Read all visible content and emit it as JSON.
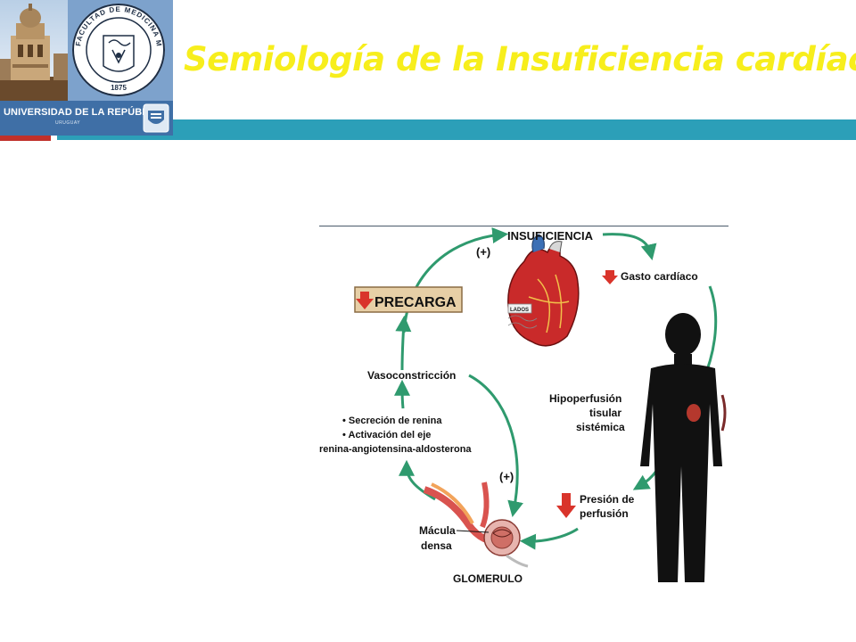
{
  "slide": {
    "title": "Semiología de la Insuficiencia cardíaca"
  },
  "logos": {
    "university_name": "UNIVERSIDAD DE LA REPÚBLICA",
    "university_country": "URUGUAY",
    "seal_text": "FACULTAD DE MEDICINA MONTEVIDEO",
    "seal_year": "1875",
    "tower_icon": "building-tower-icon",
    "shield_icon": "university-shield-icon"
  },
  "diagram": {
    "insuficiencia": "INSUFICIENCIA",
    "plus_top": "(+)",
    "gasto": "Gasto cardíaco",
    "precarga": "PRECARGA",
    "vasoconstriccion": "Vasoconstricción",
    "bullet_1": "• Secreción de renina",
    "bullet_2": "• Activación del eje",
    "bullet_3": "renina-angiotensina-aldosterona",
    "plus_bottom": "(+)",
    "hipo_1": "Hipoperfusión",
    "hipo_2": "tisular",
    "hipo_3": "sistémica",
    "presion_1": "Presión de",
    "presion_2": "perfusión",
    "macula_1": "Mácula",
    "macula_2": "densa",
    "glomerulo": "GLOMERULO",
    "heart_label": "LADOS"
  },
  "colors": {
    "title_yellow": "#f7ee1c",
    "teal_band": "#2c9fb8",
    "arrow_green": "#2f9a6e",
    "down_arrow_red": "#d9342b"
  }
}
